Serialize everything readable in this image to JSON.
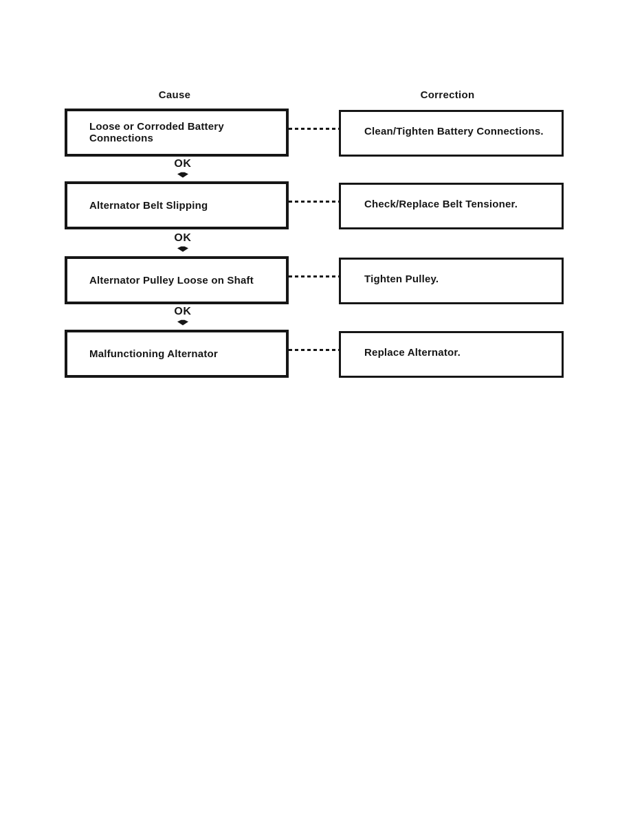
{
  "page": {
    "background_color": "#ffffff",
    "ink_color": "#161616"
  },
  "diagram": {
    "headers": {
      "cause": "Cause",
      "correction": "Correction"
    },
    "rows": [
      {
        "cause": "Loose or Corroded Battery Connections",
        "correction": "Clean/Tighten Battery Connections."
      },
      {
        "cause": "Alternator Belt Slipping",
        "correction": "Check/Replace Belt Tensioner."
      },
      {
        "cause": "Alternator Pulley Loose on Shaft",
        "correction": "Tighten Pulley."
      },
      {
        "cause": "Malfunctioning Alternator",
        "correction": "Replace Alternator."
      }
    ],
    "connectors": [
      {
        "label": "OK"
      },
      {
        "label": "OK"
      },
      {
        "label": "OK"
      }
    ],
    "icons": {
      "ok_arrow": "filled-down-arrowhead"
    }
  }
}
